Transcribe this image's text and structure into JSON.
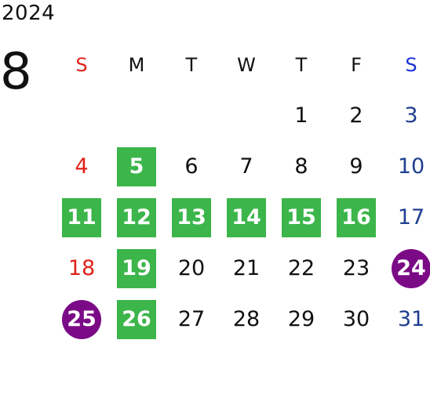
{
  "header": {
    "year": "2024",
    "month": "8"
  },
  "weekdays": [
    {
      "label": "S",
      "color": "#e0211a"
    },
    {
      "label": "M",
      "color": "#111111"
    },
    {
      "label": "T",
      "color": "#111111"
    },
    {
      "label": "W",
      "color": "#111111"
    },
    {
      "label": "T",
      "color": "#111111"
    },
    {
      "label": "F",
      "color": "#111111"
    },
    {
      "label": "S",
      "color": "#1a2fd6"
    }
  ],
  "weeks": [
    [
      {
        "label": ""
      },
      {
        "label": ""
      },
      {
        "label": ""
      },
      {
        "label": ""
      },
      {
        "label": "1",
        "color": "#111111"
      },
      {
        "label": "2",
        "color": "#111111"
      },
      {
        "label": "3",
        "color": "#1f3f8f"
      }
    ],
    [
      {
        "label": "4",
        "color": "#e0211a"
      },
      {
        "label": "5",
        "highlight": "green"
      },
      {
        "label": "6",
        "color": "#111111"
      },
      {
        "label": "7",
        "color": "#111111"
      },
      {
        "label": "8",
        "color": "#111111"
      },
      {
        "label": "9",
        "color": "#111111"
      },
      {
        "label": "10",
        "color": "#1f3f8f"
      }
    ],
    [
      {
        "label": "11",
        "highlight": "green"
      },
      {
        "label": "12",
        "highlight": "green"
      },
      {
        "label": "13",
        "highlight": "green"
      },
      {
        "label": "14",
        "highlight": "green"
      },
      {
        "label": "15",
        "highlight": "green"
      },
      {
        "label": "16",
        "highlight": "green"
      },
      {
        "label": "17",
        "color": "#1f3f8f"
      }
    ],
    [
      {
        "label": "18",
        "color": "#e0211a"
      },
      {
        "label": "19",
        "highlight": "green"
      },
      {
        "label": "20",
        "color": "#111111"
      },
      {
        "label": "21",
        "color": "#111111"
      },
      {
        "label": "22",
        "color": "#111111"
      },
      {
        "label": "23",
        "color": "#111111"
      },
      {
        "label": "24",
        "highlight": "purple"
      }
    ],
    [
      {
        "label": "25",
        "highlight": "purple"
      },
      {
        "label": "26",
        "highlight": "green"
      },
      {
        "label": "27",
        "color": "#111111"
      },
      {
        "label": "28",
        "color": "#111111"
      },
      {
        "label": "29",
        "color": "#111111"
      },
      {
        "label": "30",
        "color": "#111111"
      },
      {
        "label": "31",
        "color": "#1f3f8f"
      }
    ]
  ],
  "colors": {
    "green_highlight": "#3cb54a",
    "purple_highlight": "#7b0a86",
    "sunday": "#e0211a",
    "saturday_header": "#1a2fd6",
    "saturday": "#1f3f8f"
  }
}
